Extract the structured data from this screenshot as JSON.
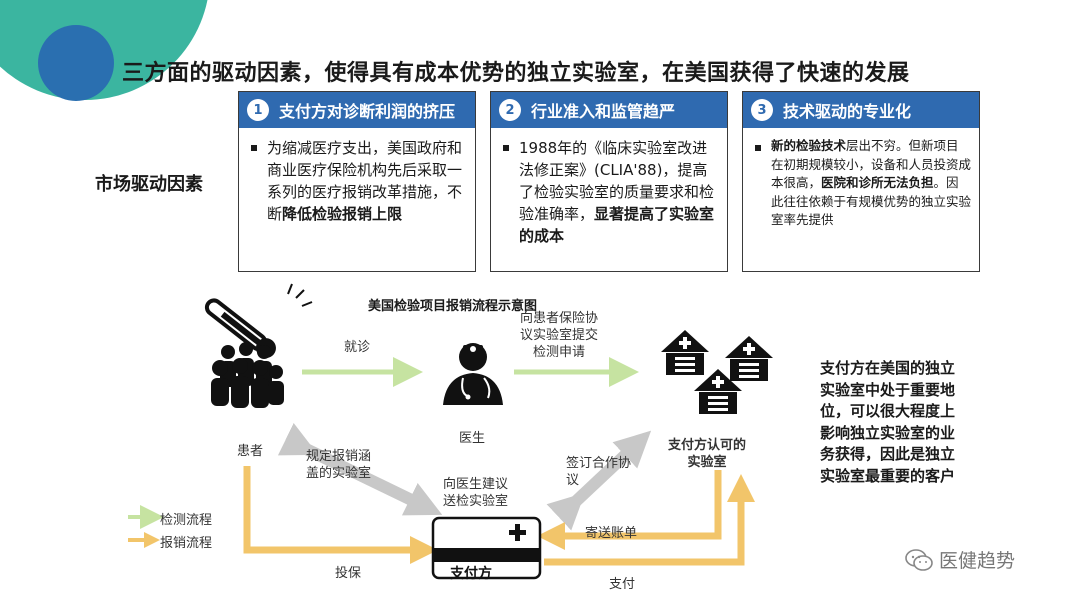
{
  "title": "三方面的驱动因素，使得具有成本优势的独立实验室，在美国获得了快速的发展",
  "market_label": "市场驱动因素",
  "factors": [
    {
      "number": "1",
      "heading": "支付方对诊断利润的挤压",
      "text_before": "为缩减医疗支出，美国政府和商业医疗保险机构先后采取一系列的医疗报销改革措施，不断",
      "text_bold": "降低检验报销上限"
    },
    {
      "number": "2",
      "heading": "行业准入和监管趋严",
      "text_before": "1988年的《临床实验室改进法修正案》(CLIA'88)，提高了检验实验室的质量要求和检验准确率，",
      "text_bold": "显著提高了实验室的成本"
    },
    {
      "number": "3",
      "heading": "技术驱动的专业化",
      "text_bold1": "新的检验技术",
      "text_mid": "层出不穷。但新项目在初期规模较小，设备和人员投资成本很高，",
      "text_bold2": "医院和诊所无法负担",
      "text_after": "。因此往往依赖于有规模优势的独立实验室率先提供"
    }
  ],
  "diagram": {
    "title": "美国检验项目报销流程示意图",
    "patient": "患者",
    "doctor": "医生",
    "labs": "支付方认可的\n实验室",
    "payer": "支付方",
    "visit": "就诊",
    "submit_request": "向患者保险协\n议实验室提交\n检测申请",
    "specify_labs": "规定报销涵\n盖的实验室",
    "recommend_lab": "向医生建议\n送检实验室",
    "sign_agreement": "签订合作协\n议",
    "send_bill": "寄送账单",
    "insure": "投保",
    "pay": "支付"
  },
  "legend": [
    {
      "label": "检测流程",
      "color": "#c6e3a1"
    },
    {
      "label": "报销流程",
      "color": "#f2c56a"
    }
  ],
  "side_note": "支付方在美国的独立实验室中处于重要地位，可以很大程度上影响独立实验室的业务获得，因此是独立实验室最重要的客户",
  "watermark": "医健趋势",
  "colors": {
    "header_blue": "#2f6ab0",
    "teal": "#3bb5a0",
    "green_arrow": "#c6e3a1",
    "yellow_arrow": "#f2c56a",
    "grey_arrow": "#c8c8c8"
  }
}
